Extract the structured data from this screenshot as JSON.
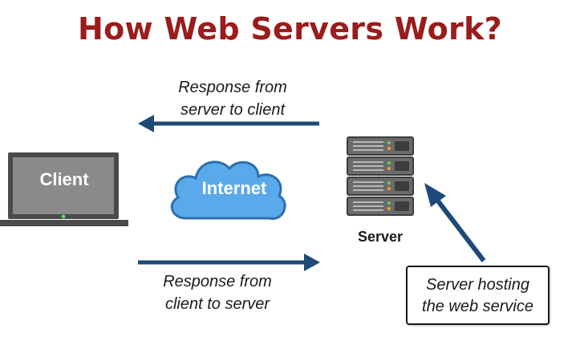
{
  "title": "How Web Servers Work?",
  "arrows": {
    "top_label_line1": "Response from",
    "top_label_line2": "server to client",
    "bottom_label_line1": "Response from",
    "bottom_label_line2": "client to server"
  },
  "nodes": {
    "client": "Client",
    "internet": "Internet",
    "server": "Server"
  },
  "callout": {
    "line1": "Server hosting",
    "line2": "the web service"
  },
  "colors": {
    "title": "#9b1c1c",
    "arrow": "#1d4a78",
    "cloud": "#5aa9ea",
    "laptop": "#4a4a4a",
    "server_body": "#6b6b6b",
    "led_green": "#5cd65c",
    "led_orange": "#ff9933"
  },
  "icons": [
    "laptop-icon",
    "cloud-icon",
    "server-rack-icon",
    "arrow-left",
    "arrow-right",
    "arrow-up-diagonal"
  ]
}
